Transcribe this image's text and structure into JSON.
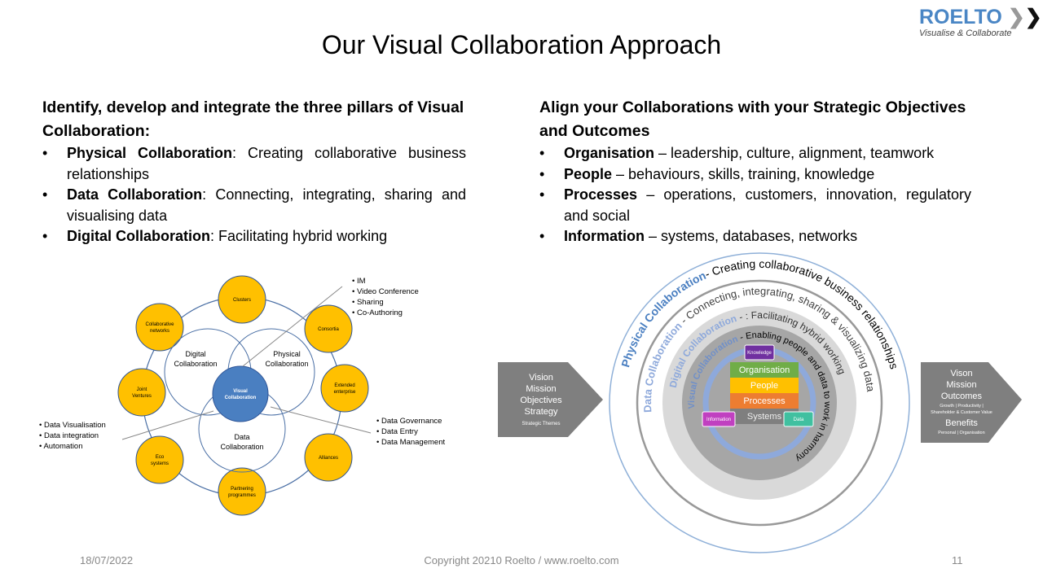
{
  "title": "Our Visual Collaboration Approach",
  "logo": {
    "name": "ROELTO",
    "tagline": "Visualise & Collaborate"
  },
  "left": {
    "heading": "Identify, develop and integrate the three pillars of Visual Collaboration:",
    "items": [
      {
        "bold": "Physical Collaboration",
        "text": ":  Creating collaborative business relationships"
      },
      {
        "bold": "Data Collaboration",
        "text": ":  Connecting, integrating, sharing and visualising data"
      },
      {
        "bold": "Digital Collaboration",
        "text": ":  Facilitating hybrid working"
      }
    ]
  },
  "right": {
    "heading": "Align your Collaborations with your Strategic Objectives and Outcomes",
    "items": [
      {
        "bold": "Organisation",
        "text": " – leadership, culture, alignment, teamwork"
      },
      {
        "bold": "People",
        "text": " – behaviours, skills, training, knowledge"
      },
      {
        "bold": "Processes",
        "text": " – operations, customers, innovation, regulatory and social"
      },
      {
        "bold": "Information",
        "text": " – systems, databases, networks"
      }
    ]
  },
  "venn": {
    "outer": [
      "Clusters",
      "Consortia",
      "Extended enterprise",
      "Alliances",
      "Partnering programmes",
      "Eco systems",
      "Joint Ventures",
      "Collaborative networks"
    ],
    "digital": "Digital Collaboration",
    "physical": "Physical Collaboration",
    "data": "Data Collaboration",
    "center": "Visual Collaboration",
    "notes_top": [
      "IM",
      "Video Conference",
      "Sharing",
      "Co-Authoring"
    ],
    "notes_right": [
      "Data Governance",
      "Data Entry",
      "Data Management"
    ],
    "notes_left": [
      "Data Visualisation",
      "Data integration",
      "Automation"
    ]
  },
  "rings": {
    "physical": {
      "label": "Physical Collaboration",
      "desc": "- Creating collaborative business relationships"
    },
    "data": {
      "label": "Data Collaboration",
      "desc": " - Connecting, integrating, sharing & visualizing data"
    },
    "digital": {
      "label": "Digital Collaboration",
      "desc": " - : Facilitating hybrid working"
    },
    "visual": {
      "label": "Visual Collaboration",
      "desc": " - Enabling people and data to work in harmony"
    },
    "stack": [
      "Organisation",
      "People",
      "Processes",
      "Systems"
    ],
    "tags": [
      "Knowledge",
      "Information",
      "Data"
    ]
  },
  "arrow_in": {
    "lines": [
      "Vision",
      "Mission",
      "Objectives",
      "Strategy"
    ],
    "small": "Strategic Themes"
  },
  "arrow_out": {
    "lines": [
      "Vison",
      "Mission",
      "Outcomes"
    ],
    "small1": "Growth | Productivity |",
    "small2": "Shareholder & Customer Value",
    "benefits": "Benefits",
    "small3": "Personal | Organisation"
  },
  "footer": {
    "date": "18/07/2022",
    "copyright": "Copyright 20210 Roelto / www.roelto.com",
    "page": "11"
  },
  "colors": {
    "yellow": "#ffc000",
    "blue": "#4a7fc1",
    "grey": "#7f7f7f"
  }
}
